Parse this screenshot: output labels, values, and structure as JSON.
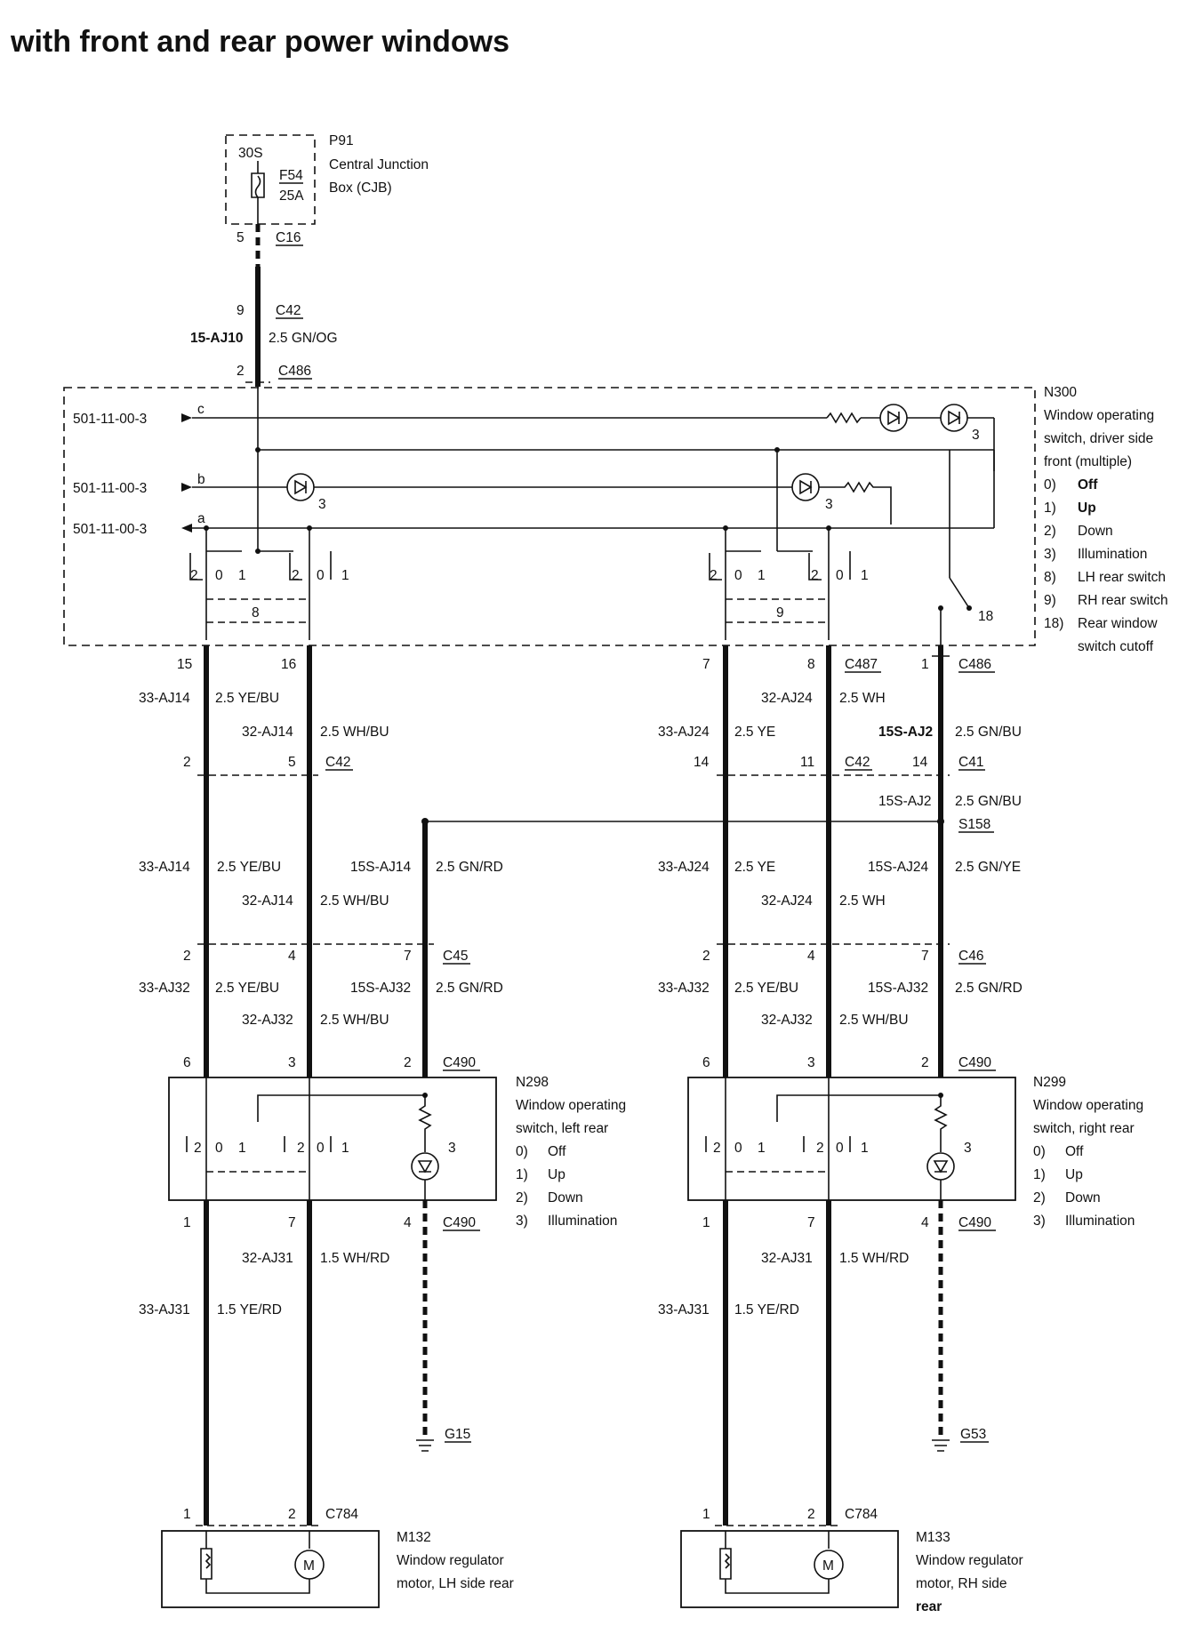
{
  "title": "with front and rear power windows",
  "cjb": {
    "id": "P91",
    "line1": "Central Junction",
    "line2": "Box (CJB)",
    "feed": "30S",
    "fuse": "F54",
    "rating": "25A"
  },
  "feed": {
    "c16_pin": "5",
    "c16": "C16",
    "c42_pin": "9",
    "c42": "C42",
    "circuit": "15-AJ10",
    "wire": "2.5 GN/OG",
    "c486_pin": "2",
    "c486": "C486"
  },
  "n300": {
    "id": "N300",
    "desc": [
      "Window operating",
      "switch, driver side",
      "front (multiple)"
    ],
    "legend": [
      [
        "0)",
        "Off"
      ],
      [
        "1)",
        "Up"
      ],
      [
        "2)",
        "Down"
      ],
      [
        "3)",
        "Illumination"
      ],
      [
        "8)",
        "LH rear switch"
      ],
      [
        "9)",
        "RH rear switch"
      ],
      [
        "18)",
        "Rear window"
      ],
      [
        "",
        "switch cutoff"
      ]
    ],
    "ref": "501-11-00-3",
    "refc": "c",
    "refb": "b",
    "refa": "a",
    "three": "3",
    "eight": "8",
    "nine": "9",
    "eighteen": "18",
    "p2": "2",
    "p0": "0",
    "p1": "1"
  },
  "left": {
    "pin15": "15",
    "pin16": "16",
    "w1_circuit": "33-AJ14",
    "w1_wire": "2.5 YE/BU",
    "w2_circuit": "32-AJ14",
    "w2_wire": "2.5 WH/BU",
    "c42_pin_a": "2",
    "c42_pin_b": "5",
    "c42": "C42",
    "m1_circuit": "33-AJ14",
    "m1_wire": "2.5 YE/BU",
    "m2_circuit": "32-AJ14",
    "m2_wire": "2.5 WH/BU",
    "m3_circuit": "15S-AJ14",
    "m3_wire": "2.5 GN/RD",
    "c45_pin_a": "2",
    "c45_pin_b": "4",
    "c45_pin_c": "7",
    "c45": "C45",
    "l1_circuit": "33-AJ32",
    "l1_wire": "2.5 YE/BU",
    "l2_circuit": "32-AJ32",
    "l2_wire": "2.5 WH/BU",
    "l3_circuit": "15S-AJ32",
    "l3_wire": "2.5 GN/RD",
    "c490_pin_a": "6",
    "c490_pin_b": "3",
    "c490_pin_c": "2",
    "c490": "C490"
  },
  "n298": {
    "id": "N298",
    "desc": [
      "Window operating",
      "switch, left rear"
    ],
    "legend": [
      [
        "0)",
        "Off"
      ],
      [
        "1)",
        "Up"
      ],
      [
        "2)",
        "Down"
      ],
      [
        "3)",
        "Illumination"
      ]
    ]
  },
  "left_low": {
    "c490_pin_a": "1",
    "c490_pin_b": "7",
    "c490_pin_c": "4",
    "c490": "C490",
    "w2_circuit": "32-AJ31",
    "w2_wire": "1.5 WH/RD",
    "w1_circuit": "33-AJ31",
    "w1_wire": "1.5 YE/RD",
    "ground": "G15",
    "c784_pin_a": "1",
    "c784_pin_b": "2",
    "c784": "C784"
  },
  "m132": {
    "id": "M132",
    "desc": [
      "Window regulator",
      "motor, LH side rear"
    ],
    "motor": "M"
  },
  "right": {
    "pin7": "7",
    "pin8": "8",
    "c487": "C487",
    "pin1": "1",
    "c486": "C486",
    "w2_circuit": "32-AJ24",
    "w2_wire": "2.5 WH",
    "w1_circuit": "33-AJ24",
    "w1_wire": "2.5 YE",
    "w3_circuit": "15S-AJ2",
    "w3_wire": "2.5 GN/BU",
    "c42_pin_a": "14",
    "c42_pin_b": "11",
    "c42": "C42",
    "c41_pin": "14",
    "c41": "C41",
    "s_circuit": "15S-AJ2",
    "s_wire": "2.5 GN/BU",
    "splice": "S158",
    "m1_circuit": "33-AJ24",
    "m1_wire": "2.5 YE",
    "m3_circuit": "15S-AJ24",
    "m3_wire": "2.5 GN/YE",
    "m2_circuit": "32-AJ24",
    "m2_wire": "2.5 WH",
    "c46_pin_a": "2",
    "c46_pin_b": "4",
    "c46_pin_c": "7",
    "c46": "C46",
    "l1_circuit": "33-AJ32",
    "l1_wire": "2.5 YE/BU",
    "l3_circuit": "15S-AJ32",
    "l3_wire": "2.5 GN/RD",
    "l2_circuit": "32-AJ32",
    "l2_wire": "2.5 WH/BU",
    "c490_pin_a": "6",
    "c490_pin_b": "3",
    "c490_pin_c": "2",
    "c490": "C490"
  },
  "n299": {
    "id": "N299",
    "desc": [
      "Window operating",
      "switch, right rear"
    ],
    "legend": [
      [
        "0)",
        "Off"
      ],
      [
        "1)",
        "Up"
      ],
      [
        "2)",
        "Down"
      ],
      [
        "3)",
        "Illumination"
      ]
    ]
  },
  "right_low": {
    "c490_pin_a": "1",
    "c490_pin_b": "7",
    "c490_pin_c": "4",
    "c490": "C490",
    "w2_circuit": "32-AJ31",
    "w2_wire": "1.5 WH/RD",
    "w1_circuit": "33-AJ31",
    "w1_wire": "1.5 YE/RD",
    "ground": "G53",
    "c784_pin_a": "1",
    "c784_pin_b": "2",
    "c784": "C784"
  },
  "m133": {
    "id": "M133",
    "desc": [
      "Window regulator",
      "motor, RH side",
      "rear"
    ],
    "motor": "M"
  }
}
